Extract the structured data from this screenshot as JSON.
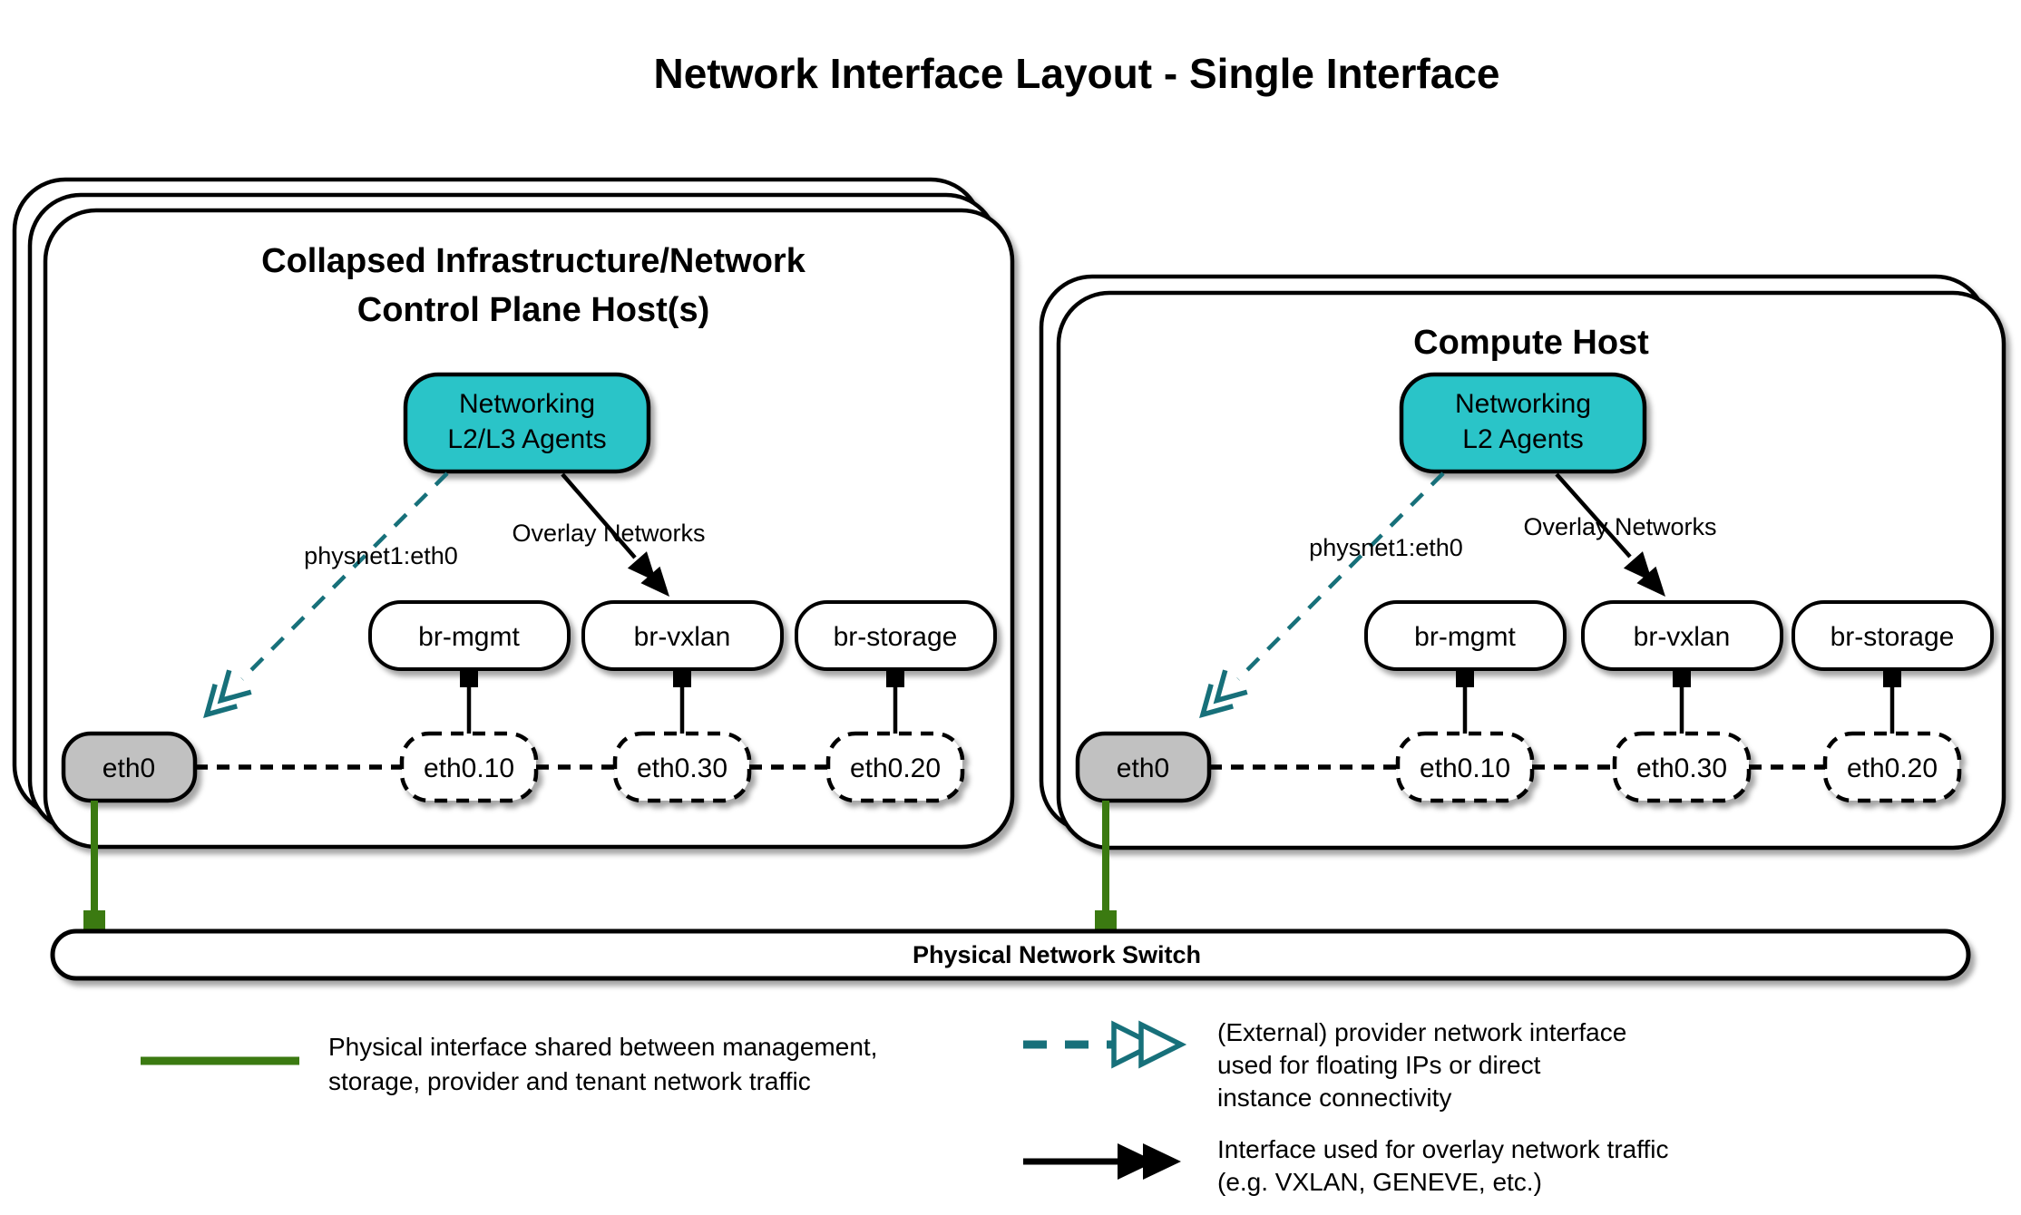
{
  "title": "Network Interface Layout - Single Interface",
  "colors": {
    "teal_fill": "#2cc4c8",
    "teal_stroke": "#17707a",
    "green": "#3b7a11",
    "gray_fill": "#c1c1c1",
    "white": "#ffffff",
    "black": "#000000"
  },
  "hosts": {
    "control": {
      "title1": "Collapsed Infrastructure/Network",
      "title2": "Control Plane Host(s)",
      "agent1": "Networking",
      "agent2": "L2/L3 Agents",
      "physnet_label": "physnet1:eth0",
      "overlay_label": "Overlay Networks",
      "bridges": [
        "br-mgmt",
        "br-vxlan",
        "br-storage"
      ],
      "vlans": [
        "eth0.10",
        "eth0.30",
        "eth0.20"
      ],
      "nic": "eth0"
    },
    "compute": {
      "title1": "Compute Host",
      "agent1": "Networking",
      "agent2": "L2 Agents",
      "physnet_label": "physnet1:eth0",
      "overlay_label": "Overlay Networks",
      "bridges": [
        "br-mgmt",
        "br-vxlan",
        "br-storage"
      ],
      "vlans": [
        "eth0.10",
        "eth0.30",
        "eth0.20"
      ],
      "nic": "eth0"
    }
  },
  "switch_label": "Physical Network Switch",
  "legend": {
    "physical": {
      "line1": "Physical interface shared between management,",
      "line2": "storage, provider and tenant network traffic"
    },
    "provider": {
      "line1": "(External) provider network interface",
      "line2": "used for floating IPs or direct",
      "line3": "instance connectivity"
    },
    "overlay": {
      "line1": "Interface used for overlay network traffic",
      "line2": "(e.g. VXLAN, GENEVE, etc.)"
    }
  }
}
